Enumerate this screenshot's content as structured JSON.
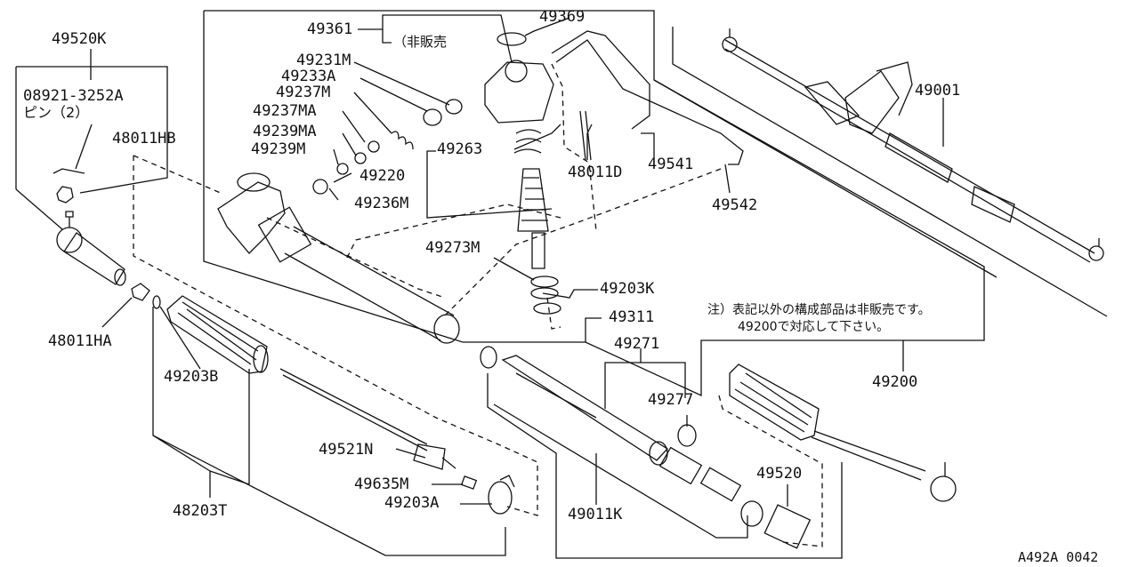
{
  "part_labels": {
    "p49520K": "49520K",
    "p08921": "08921-3252A",
    "pin_note": "ピン（2）",
    "p48011HB": "48011HB",
    "p48011HA": "48011HA",
    "p49203B": "49203B",
    "p48203T": "48203T",
    "p49361": "49361",
    "not_for_sale": "（非販売",
    "p49369": "49369",
    "p49231M": "49231M",
    "p49233A": "49233A",
    "p49237M": "49237M",
    "p49237MA": "49237MA",
    "p49239MA": "49239MA",
    "p49239M": "49239M",
    "p49220": "49220",
    "p49236M": "49236M",
    "p49263": "49263",
    "p48011D": "48011D",
    "p49541": "49541",
    "p49542": "49542",
    "p49273M": "49273M",
    "p49203K": "49203K",
    "p49311": "49311",
    "p49271": "49271",
    "p49277": "49277",
    "p49200": "49200",
    "p49521N": "49521N",
    "p49635M": "49635M",
    "p49203A": "49203A",
    "p49011K": "49011K",
    "p49520": "49520",
    "p49001": "49001"
  },
  "note_lines": [
    "注）表記以外の構成部品は非販売です。",
    "49200で対応して下さい。"
  ],
  "diagram_code": "A492A 0042"
}
